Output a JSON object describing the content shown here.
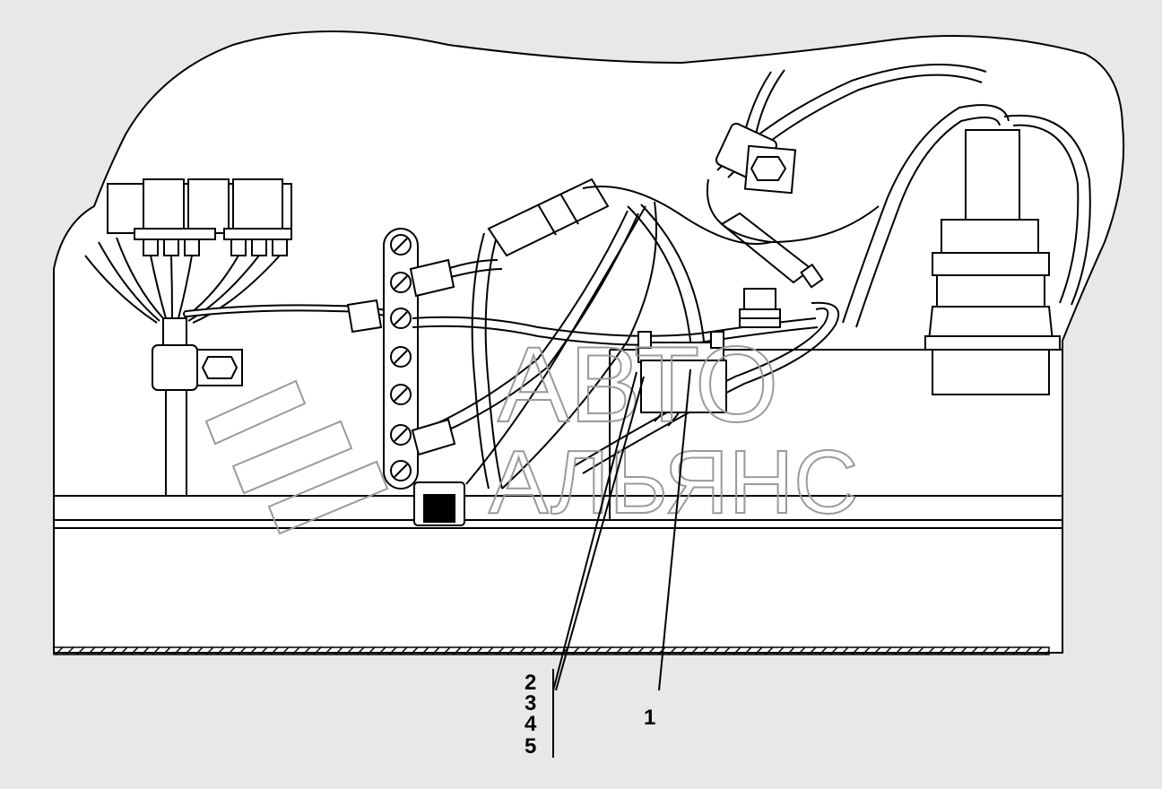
{
  "callouts": {
    "label_1": "1",
    "label_2": "2",
    "label_3": "3",
    "label_4": "4",
    "label_5": "5"
  },
  "watermark": {
    "line1": "АВТО",
    "line2": "АЛЬЯНС"
  },
  "colors": {
    "background": "#e8e8e8",
    "part_fill": "#ffffff",
    "line": "#000000",
    "watermark": "#9a9a9a"
  }
}
